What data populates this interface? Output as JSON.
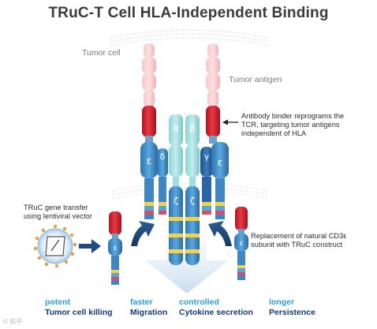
{
  "title": "TRuC-T Cell HLA-Independent Binding",
  "labels": {
    "tumor_cell": "Tumor cell",
    "tumor_antigen": "Tumor antigen",
    "antibody_binder": [
      "Antibody binder reprograms the",
      "TCR, targeting tumor antigens",
      "independent of HLA"
    ],
    "gene_transfer": [
      "TRuC gene transfer",
      "using lentiviral vector"
    ],
    "replacement": [
      "Replacement of natural CD3ε",
      "subunit with TRuC construct"
    ]
  },
  "subunits": {
    "alpha": "α",
    "beta": "β",
    "epsilon": "ε",
    "delta": "δ",
    "gamma": "γ",
    "zeta": "ζ"
  },
  "benefits": [
    {
      "qualifier": "potent",
      "feature": "Tumor cell killing"
    },
    {
      "qualifier": "faster",
      "feature": "Migration"
    },
    {
      "qualifier": "controlled",
      "feature": "Cytokine secretion"
    },
    {
      "qualifier": "longer",
      "feature": "Persistence"
    }
  ],
  "watermark": "© 知乎"
}
